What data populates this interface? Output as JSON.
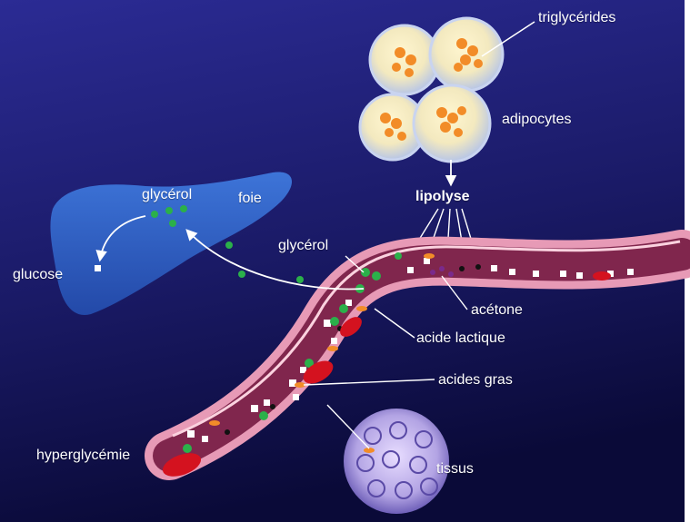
{
  "labels": {
    "triglycerides": "triglycérides",
    "adipocytes": "adipocytes",
    "lipolyse": "lipolyse",
    "glycerol_liver": "glycérol",
    "foie": "foie",
    "glucose": "glucose",
    "glycerol_vessel": "glycérol",
    "acetone": "acétone",
    "acide_lactique": "acide lactique",
    "acides_gras": "acides gras",
    "hyperglycemie": "hyperglycémie",
    "tissus": "tissus"
  },
  "colors": {
    "background_top": "#25258a",
    "background_bottom": "#0b0b3c",
    "liver": "#2f5fc4",
    "vessel_wall": "#f0a7bf",
    "vessel_lumen": "#7e2147",
    "fat_droplet": "#f28c28",
    "glycerol_dot": "#2bb04a",
    "red_cell": "#d4121f",
    "tissue": "#a89ad6",
    "arrow": "#ffffff"
  }
}
